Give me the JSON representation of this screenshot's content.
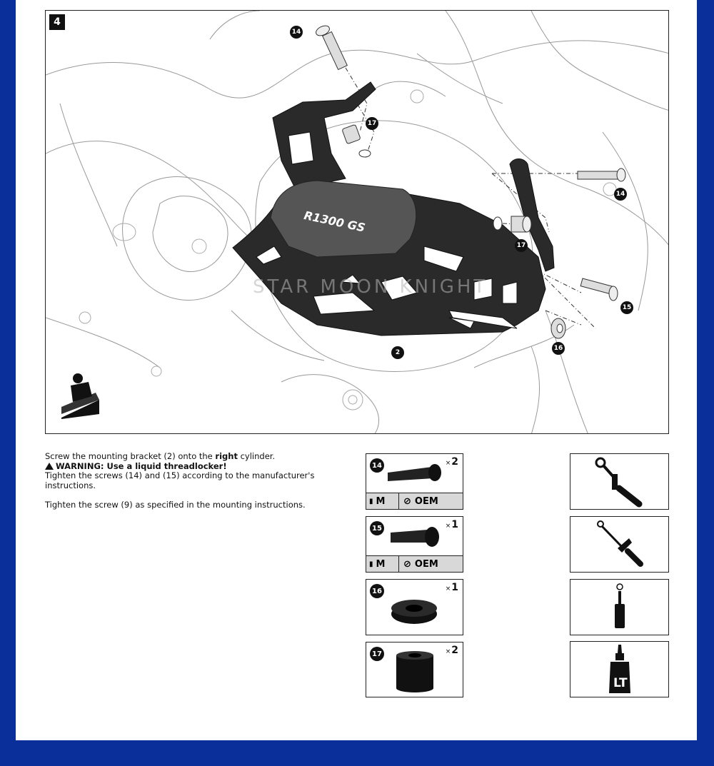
{
  "step": {
    "number": "4"
  },
  "figure": {
    "callouts": [
      {
        "id": "c14a",
        "label": "14"
      },
      {
        "id": "c17a",
        "label": "17"
      },
      {
        "id": "c14b",
        "label": "14"
      },
      {
        "id": "c17b",
        "label": "17"
      },
      {
        "id": "c15",
        "label": "15"
      },
      {
        "id": "c16",
        "label": "16"
      },
      {
        "id": "c2",
        "label": "2"
      }
    ],
    "logo_text": "R1300 GS",
    "watermark": "STAR MOON KNIGHT"
  },
  "instructions": {
    "line1_pre": "Screw the mounting bracket (2) onto the ",
    "line1_bold": "right",
    "line1_post": " cylinder.",
    "warning": "WARNING: Use a liquid threadlocker!",
    "line3": "Tighten the screws (14) and (15) according to the manufacturer's instructions.",
    "line4": "Tighten the screw (9) as specified in the mounting instructions."
  },
  "parts": [
    {
      "number": "14",
      "qty": "2",
      "thread": "M",
      "torque": "OEM",
      "has_spec": true,
      "kind": "long-bolt"
    },
    {
      "number": "15",
      "qty": "1",
      "thread": "M",
      "torque": "OEM",
      "has_spec": true,
      "kind": "short-bolt"
    },
    {
      "number": "16",
      "qty": "1",
      "has_spec": false,
      "kind": "washer"
    },
    {
      "number": "17",
      "qty": "2",
      "has_spec": false,
      "kind": "spacer"
    }
  ],
  "tools": [
    {
      "name": "ratchet-screwdriver-icon"
    },
    {
      "name": "torque-wrench-icon"
    },
    {
      "name": "hex-key-icon"
    },
    {
      "name": "threadlocker-bottle-icon",
      "label": "LT"
    }
  ],
  "colors": {
    "frame_blue": "#0a2f9a",
    "plate": "#222222",
    "spec_bg": "#d8d8d8"
  }
}
